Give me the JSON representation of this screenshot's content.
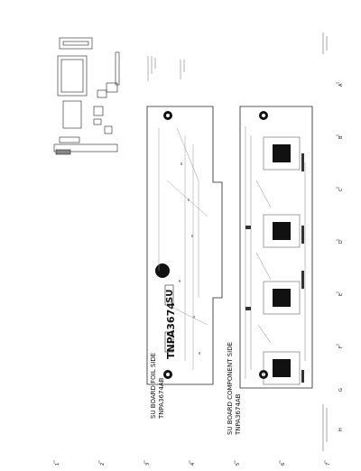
{
  "left_board": {
    "title": "SU BOARD  FOIL SIDE",
    "part_number": "TNPA3674AB",
    "silk_label": "TNPA3674",
    "silk_mark": "SU"
  },
  "right_board": {
    "title": "SU BOARD  COMPONENT SIDE",
    "part_number": "TNPA3674AB"
  },
  "frame": {
    "row_letters": [
      "A",
      "B",
      "C",
      "D",
      "E",
      "F",
      "G",
      "H"
    ],
    "col_numbers": [
      "1",
      "2",
      "3",
      "4",
      "5",
      "6",
      "7"
    ]
  },
  "colors": {
    "line": "#222222",
    "board_fill": "#ffffff",
    "ic_fill": "#111111"
  }
}
